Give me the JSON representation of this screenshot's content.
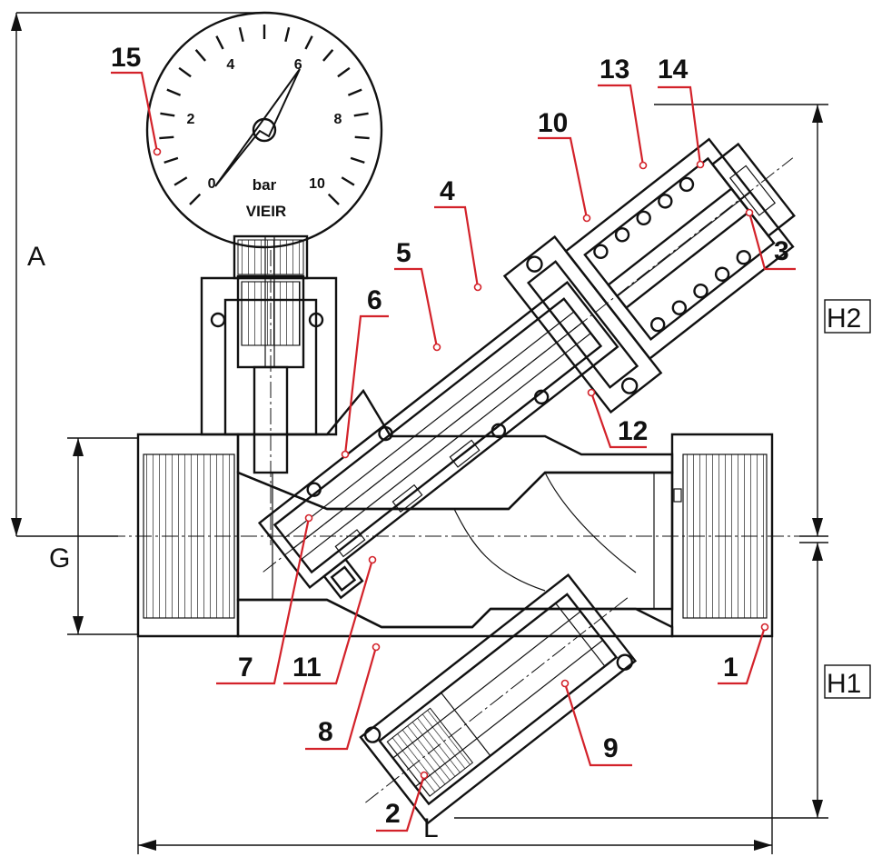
{
  "gauge": {
    "scale": [
      "0",
      "2",
      "4",
      "6",
      "8",
      "10"
    ],
    "unit": "bar",
    "brand": "VIEIR"
  },
  "dimensions": {
    "a": "A",
    "g": "G",
    "l": "L",
    "h1": "H1",
    "h2": "H2"
  },
  "callouts": [
    "1",
    "2",
    "3",
    "4",
    "5",
    "6",
    "7",
    "8",
    "9",
    "10",
    "11",
    "12",
    "13",
    "14",
    "15"
  ],
  "colors": {
    "line": "#111111",
    "leader": "#d3222a",
    "background": "#ffffff"
  }
}
